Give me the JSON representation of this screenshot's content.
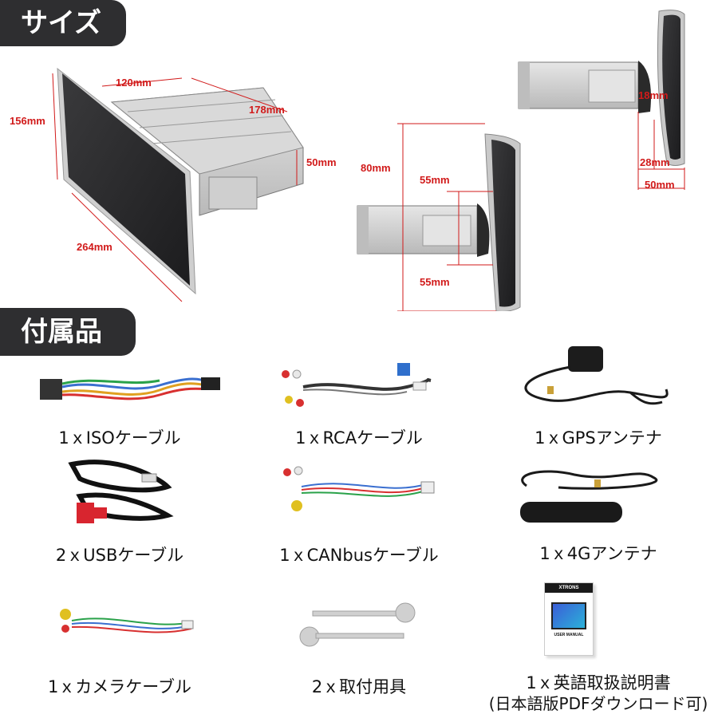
{
  "sections": {
    "size_title": "サイズ",
    "accessories_title": "付属品"
  },
  "dimensions": {
    "front_width": "120mm",
    "depth": "178mm",
    "screen_height": "156mm",
    "chassis_height": "50mm",
    "screen_width": "264mm",
    "adjust_total": "80mm",
    "adjust_up": "55mm",
    "adjust_down": "55mm",
    "tilt_offset": "18mm",
    "offset_28": "28mm",
    "offset_50": "50mm"
  },
  "accessories": [
    {
      "label": "1ｘISOケーブル"
    },
    {
      "label": "1ｘRCAケーブル"
    },
    {
      "label": "1ｘGPSアンテナ"
    },
    {
      "label": "2ｘUSBケーブル"
    },
    {
      "label": "1ｘCANbusケーブル"
    },
    {
      "label": "1ｘ4Gアンテナ"
    },
    {
      "label": "1ｘカメラケーブル"
    },
    {
      "label": "2ｘ取付用具"
    },
    {
      "label": "1ｘ英語取扱説明書",
      "label2": "(日本語版PDFダウンロード可)"
    }
  ],
  "manual": {
    "brand": "XTRONS",
    "title": "USER MANUAL"
  },
  "colors": {
    "tab_bg": "#2e2e30",
    "dimension_red": "#d11a1a",
    "usb_red": "#d8252f"
  }
}
